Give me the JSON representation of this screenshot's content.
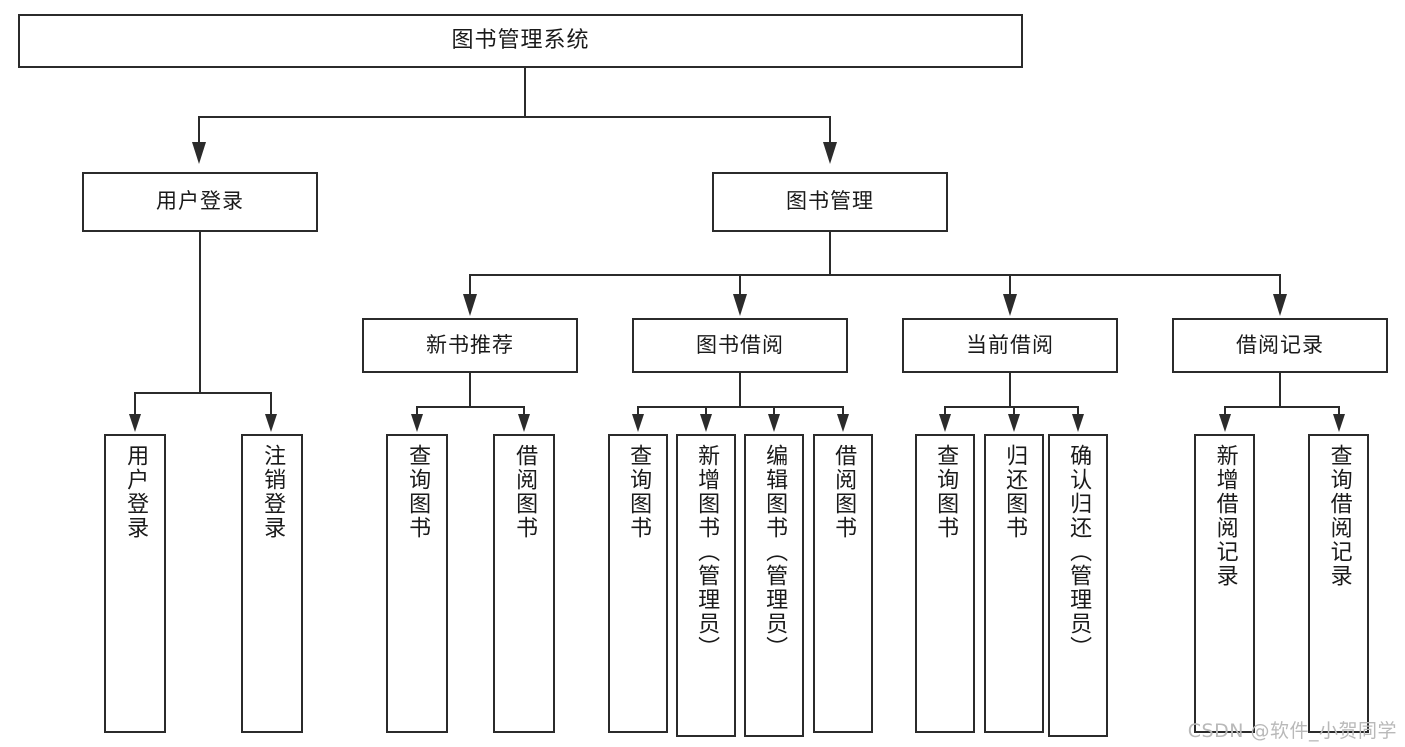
{
  "diagram": {
    "title": "图书管理系统",
    "type": "tree-hierarchy-diagram",
    "colors": {
      "stroke": "#2b2b2b",
      "fill": "#ffffff",
      "text": "#1a1a1a",
      "watermark": "#b9b9b9"
    },
    "levels": {
      "root": "图书管理系统",
      "level2": [
        "用户登录",
        "图书管理"
      ],
      "level3": [
        "新书推荐",
        "图书借阅",
        "当前借阅",
        "借阅记录"
      ],
      "leaves": [
        "用户登录",
        "注销登录",
        "查询图书",
        "借阅图书",
        "查询图书",
        "新增图书（管理员）",
        "编辑图书（管理员）",
        "借阅图书",
        "查询图书",
        "归还图书",
        "确认归还（管理员）",
        "新增借阅记录",
        "查询借阅记录"
      ]
    },
    "nodes": {
      "root": {
        "label": "图书管理系统"
      },
      "user_login": {
        "label": "用户登录"
      },
      "book_manage": {
        "label": "图书管理"
      },
      "new_book_rec": {
        "label": "新书推荐"
      },
      "book_borrow": {
        "label": "图书借阅"
      },
      "current_borrow": {
        "label": "当前借阅"
      },
      "borrow_record": {
        "label": "借阅记录"
      },
      "leaf_user_login": {
        "label": "用户登录"
      },
      "leaf_logout": {
        "label": "注销登录"
      },
      "leaf_query_book_a": {
        "label": "查询图书"
      },
      "leaf_borrow_book_a": {
        "label": "借阅图书"
      },
      "leaf_query_book_b": {
        "label": "查询图书"
      },
      "leaf_add_book": {
        "label": "新增图书（管理员）"
      },
      "leaf_edit_book": {
        "label": "编辑图书（管理员）"
      },
      "leaf_borrow_book_b": {
        "label": "借阅图书"
      },
      "leaf_query_book_c": {
        "label": "查询图书"
      },
      "leaf_return_book": {
        "label": "归还图书"
      },
      "leaf_confirm_return": {
        "label": "确认归还（管理员）"
      },
      "leaf_add_record": {
        "label": "新增借阅记录"
      },
      "leaf_query_record": {
        "label": "查询借阅记录"
      }
    }
  },
  "watermark": {
    "text": "CSDN @软件_小贺同学"
  }
}
